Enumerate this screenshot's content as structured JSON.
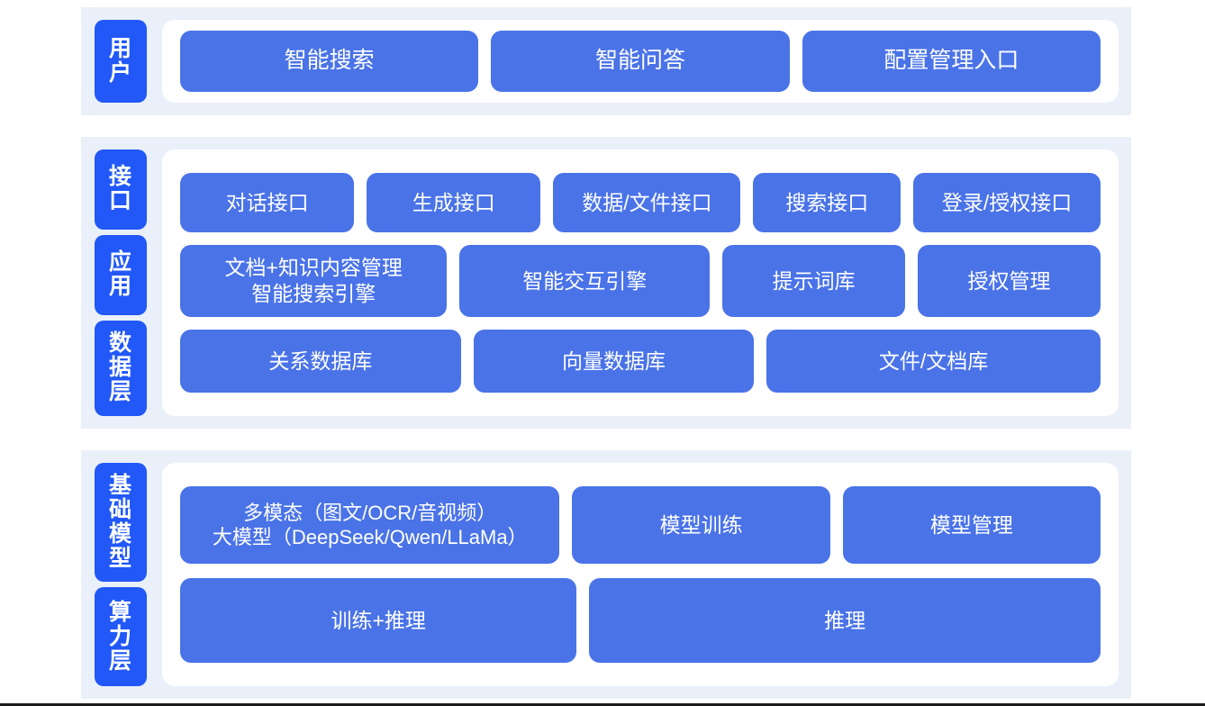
{
  "colors": {
    "band_background": "#eaf0f9",
    "card_background": "#ffffff",
    "tile_blue": "#4a73e8",
    "label_blue": "#2158f7",
    "page_background": "#ffffff",
    "bottom_rule": "#1c1c1c"
  },
  "sections": {
    "user": {
      "label": "用户",
      "tiles": [
        {
          "label": "智能搜索"
        },
        {
          "label": "智能问答"
        },
        {
          "label": "配置管理入口"
        }
      ]
    },
    "middle": {
      "labels": {
        "interface": "接口",
        "application": "应用",
        "data": "数据层"
      },
      "interface_tiles": [
        {
          "label": "对话接口"
        },
        {
          "label": "生成接口"
        },
        {
          "label": "数据/文件接口"
        },
        {
          "label": "搜索接口"
        },
        {
          "label": "登录/授权接口"
        }
      ],
      "application_tiles": [
        {
          "label": "文档+知识内容管理\n智能搜索引擎"
        },
        {
          "label": "智能交互引擎"
        },
        {
          "label": "提示词库"
        },
        {
          "label": "授权管理"
        }
      ],
      "data_tiles": [
        {
          "label": "关系数据库"
        },
        {
          "label": "向量数据库"
        },
        {
          "label": "文件/文档库"
        }
      ]
    },
    "bottom": {
      "labels": {
        "foundation_model": "基础模型",
        "compute": "算力层"
      },
      "model_tiles": [
        {
          "label": "多模态（图文/OCR/音视频）\n大模型（DeepSeek/Qwen/LLaMa）"
        },
        {
          "label": "模型训练"
        },
        {
          "label": "模型管理"
        }
      ],
      "compute_tiles": [
        {
          "label": "训练+推理"
        },
        {
          "label": "推理"
        }
      ]
    }
  }
}
